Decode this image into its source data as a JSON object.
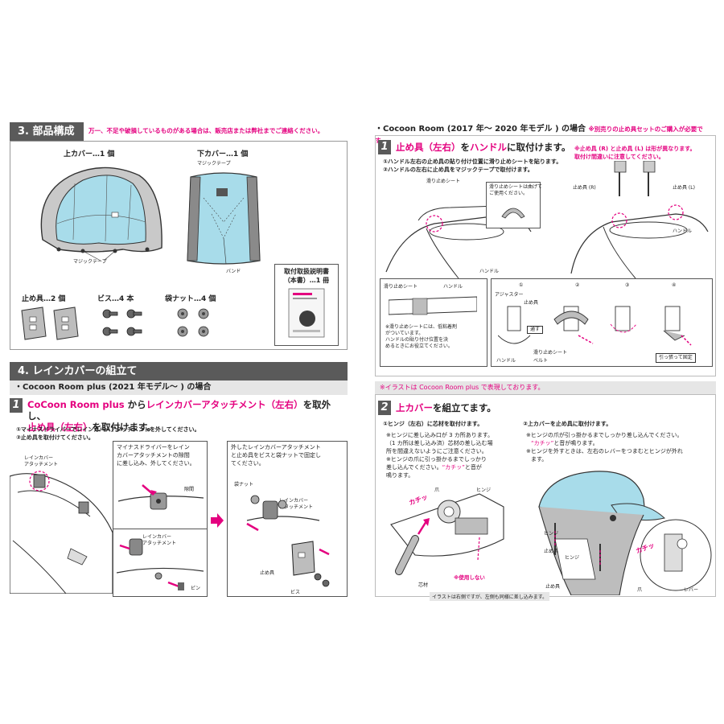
{
  "section3": {
    "title": "3. 部品構成",
    "note": "万一、不足や破損しているものがある場合は、販売店または弊社までご連絡ください。",
    "upper_cover": "上カバー…1 個",
    "lower_cover": "下カバー…1 個",
    "magic_tape_top": "マジックテープ",
    "magic_tape_bottom": "マジックテープ",
    "band": "バンド",
    "manual_l1": "取付取扱説明書",
    "manual_l2": "（本書）…1 冊",
    "stopper": "止め具…2 個",
    "screw": "ビス…4 本",
    "nut": "袋ナット…4 個"
  },
  "section4": {
    "title": "4. レインカバーの組立て",
    "sub": "・Cocoon Room plus (2021 年モデル～ ) の場合",
    "step1": {
      "num": "1",
      "line1_a": "CoCoon Room plus",
      "line1_b": " から",
      "line1_c": "レインカバーアタッチメント（左右）",
      "line1_d": "を取外し、",
      "line2_a": "止め具（左右）",
      "line2_b": "を取付けます。",
      "inst1": "①マイナスドライバーでレインカバーアタッチメントを外してください。",
      "inst2": "②止め具を取付けてください。",
      "lbl_attach": "レインカバー\nアタッチメント",
      "box_mid": "マイナスドライバーをレイン\nカバーアタッチメントの隙間\nに差し込み、外してください。",
      "lbl_gap": "隙間",
      "lbl_attach2": "レインカバー\nアタッチメント",
      "lbl_pin": "ピン",
      "box_right": "外したレインカバーアタッチメント\nと止め具をビスと袋ナットで固定し\nてください。",
      "lbl_nut": "袋ナット",
      "lbl_attach3": "レインカバー\nアタッチメント",
      "lbl_stopper": "止め具",
      "lbl_screw": "ビス"
    }
  },
  "right_top": {
    "sub": "・Cocoon Room (2017 年～ 2020 年モデル ) の場合",
    "sub_note": "※別売りの止め具セットのご購入が必要です。",
    "step1": {
      "num": "1",
      "title_a": "止め具（左右）",
      "title_b": "を",
      "title_c": "ハンドル",
      "title_d": "に取付けます。",
      "note_r": "※止め具 (R) と止め具 (L) は形が異なります。\n取付け間違いに注意してください。",
      "inst1": "①ハンドル左右の止め具の貼り付け位置に滑り止めシートを貼ります。",
      "inst2": "②ハンドルの左右に止め具をマジックテープで取付けます。",
      "lbl_sheet": "滑り止めシート",
      "box_sheet": "滑り止めシートは曲げて\nご使用ください。",
      "lbl_handle": "ハンドル",
      "lbl_stop_r": "止め具 (R)",
      "lbl_stop_l": "止め具 (L)",
      "lbl_handle2": "ハンドル",
      "detail_sheet": "滑り止めシート",
      "detail_handle": "ハンドル",
      "detail_note": "※滑り止めシートには、低粘着剤\nがついています。\nハンドルの貼り付け位置を決\nめるときにお役立てください。",
      "n1": "①",
      "n2": "②",
      "n3": "③",
      "n4": "④",
      "lbl_adjuster": "アジャスター",
      "lbl_stopper": "止め具",
      "lbl_pass": "通す",
      "lbl_sheet2": "滑り止めシート",
      "lbl_belt": "ベルト",
      "lbl_handle3": "ハンドル",
      "lbl_pull": "引っ張って固定"
    }
  },
  "right_bottom": {
    "bar": "※イラストは Cocoon Room plus で表現しております。",
    "step2": {
      "num": "2",
      "title_a": "上カバー",
      "title_b": "を組立てます。",
      "left_h": "①ヒンジ（左右）に芯材を取付けます。",
      "left_1": "※ヒンジに差し込み口が 3 カ所あります。",
      "left_2": "（1 カ所は差し込み済）芯材の差し込む場",
      "left_3": "所を間違えないようにご注意ください。",
      "left_4": "※ヒンジの爪に引っ掛かるまでしっかり",
      "left_5": "差し込んでください。",
      "left_5b": "“カチッ”",
      "left_5c": "と音が",
      "left_6": "鳴ります。",
      "lbl_claw": "爪",
      "lbl_hinge": "ヒンジ",
      "lbl_click": "カチッ",
      "lbl_core": "芯材",
      "lbl_unused": "※使用しない",
      "caption": "イラストは右側ですが、左側も同様に差し込みます。",
      "right_h": "②上カバーを止め具に取付けます。",
      "right_1": "※ヒンジの爪が引っ掛かるまでしっかり差し込んでください。",
      "right_2": "“カチッ”",
      "right_2b": "と音が鳴ります。",
      "right_3": "※ヒンジを外すときは、左右のレバーをつまむとヒンジが外れ",
      "right_4": "ます。",
      "lbl_hinge2": "ヒンジ",
      "lbl_stop2": "止め具",
      "lbl_hinge3": "ヒンジ",
      "lbl_stop3": "止め具",
      "lbl_click2": "カチッ",
      "lbl_claw2": "爪",
      "lbl_lever": "レバー"
    }
  },
  "colors": {
    "accent": "#e4007f",
    "cover": "#a8dcea",
    "header": "#5a5a5a",
    "cushion": "#cfcfcf"
  }
}
